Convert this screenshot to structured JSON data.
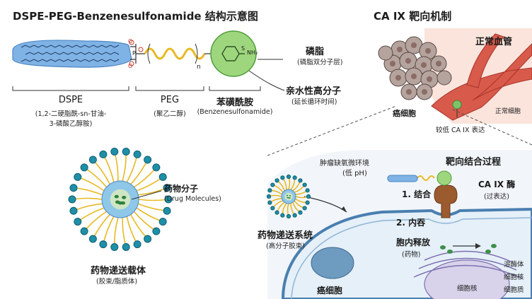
{
  "titles": {
    "left": "DSPE-PEG-Benzenesulfonamide 结构示意图",
    "right": "CA IX 靶向机制"
  },
  "structure": {
    "dspe": {
      "name": "DSPE",
      "sub1": "(1,2-二硬脂酰-sn-甘油-",
      "sub2": "3-磷酸乙醇胺)"
    },
    "peg": {
      "name": "PEG",
      "sub": "(聚乙二醇)"
    },
    "bsa": {
      "name": "苯磺酰胺",
      "sub": "(Benzenesulfonamide)"
    },
    "atoms": {
      "s": "S",
      "nh2": "NH₂",
      "o": "O",
      "p": "P",
      "n": "n"
    },
    "phospholipid": {
      "name": "磷脂",
      "sub": "(磷脂双分子层)"
    },
    "hydrophilic": {
      "name": "亲水性高分子",
      "sub": "(延长循环时间)"
    }
  },
  "vessel": {
    "normal_vessel": "正常血管",
    "normal_cell": "正常细胞",
    "cancer_cell": "癌细胞",
    "low_caix": "较低 CA IX 表达"
  },
  "carrier": {
    "drug": "药物分子",
    "drug_en": "(Drug Molecules)",
    "name": "药物递送载体",
    "sub": "(胶束/脂质体)"
  },
  "mechanism": {
    "hypoxia": "肿瘤缺氧微环境",
    "low_ph": "(低 pH)",
    "targeting": "靶向结合过程",
    "enzyme": "CA IX 酶",
    "overexpress": "(过表达)",
    "step1": "1. 结合",
    "step2": "2. 内吞",
    "system": "药物递送系统",
    "system_sub": "(高分子胶束)",
    "release": "胞内释放",
    "release_sub": "(药物)",
    "lysosome": "溶酶体",
    "nucleus": "细胞核",
    "nucleus_inner": "细胞核",
    "cytoplasm": "细胞质",
    "cancer_cell": "癌细胞"
  }
}
